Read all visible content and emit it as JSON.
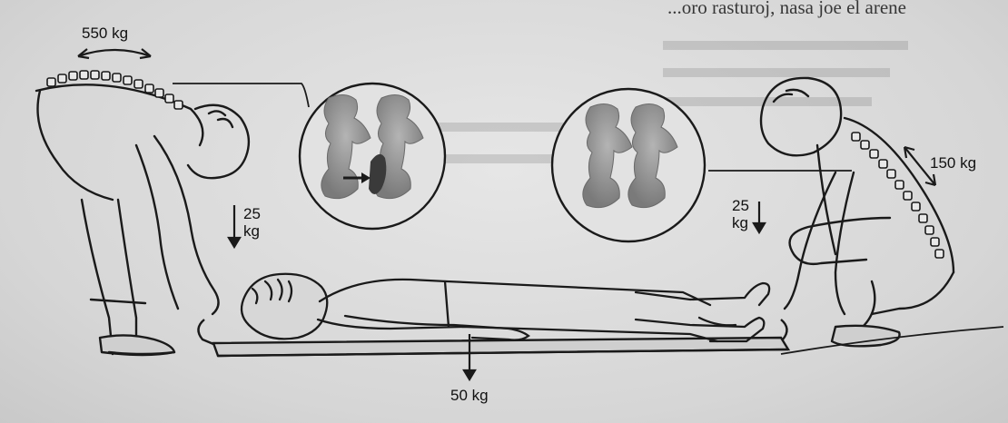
{
  "background_text": {
    "top_right_line": "...oro rasturoj, nasa joe el arene"
  },
  "labels": {
    "left_spine_load": "550 kg",
    "left_hand_load_value": "25",
    "left_hand_load_unit": "kg",
    "right_spine_load": "150 kg",
    "right_hand_load_value": "25",
    "right_hand_load_unit": "kg",
    "patient_load": "50 kg"
  },
  "colors": {
    "ink": "#1a1a1a",
    "paper": "#d9d9d9",
    "vertebra": "#8a8a8a"
  }
}
